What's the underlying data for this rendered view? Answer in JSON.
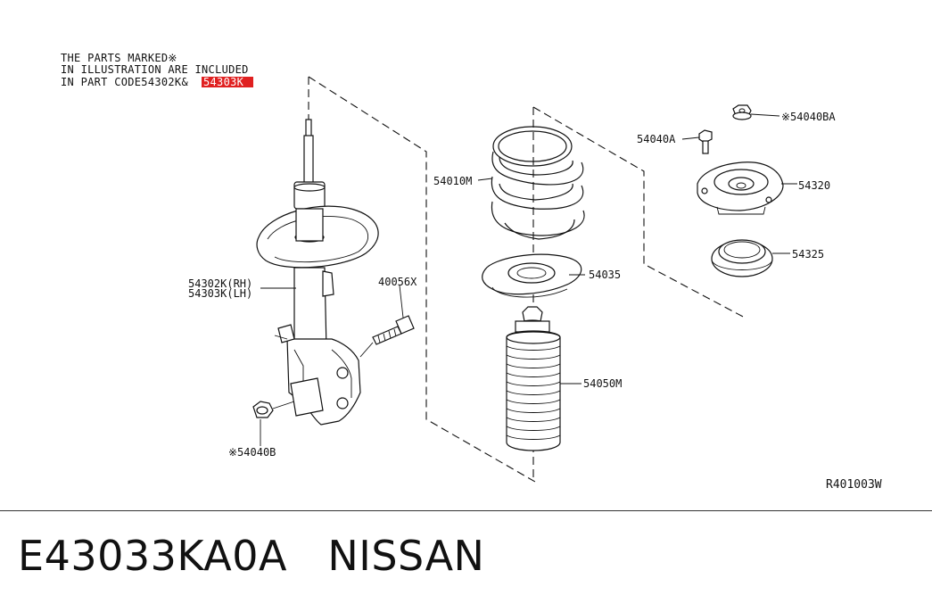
{
  "note": {
    "line1": "THE PARTS MARKED※",
    "line2": "IN ILLUSTRATION ARE INCLUDED",
    "line3_prefix": "IN PART CODE54302K&",
    "line3_highlight": "54303K"
  },
  "callouts": {
    "c54010M": "54010M",
    "c54302K": "54302K(RH)",
    "c54303K": "54303K(LH)",
    "c40056X": "40056X",
    "c54040B": "※54040B",
    "c54035": "54035",
    "c54050M": "54050M",
    "c54040A": "54040A",
    "c54040BA": "※54040BA",
    "c54320": "54320",
    "c54325": "54325"
  },
  "diagram_code": "R401003W",
  "footer": {
    "part_number": "E43033KA0A",
    "brand": "NISSAN"
  },
  "colors": {
    "highlight": "#e02020",
    "line": "#111111"
  }
}
